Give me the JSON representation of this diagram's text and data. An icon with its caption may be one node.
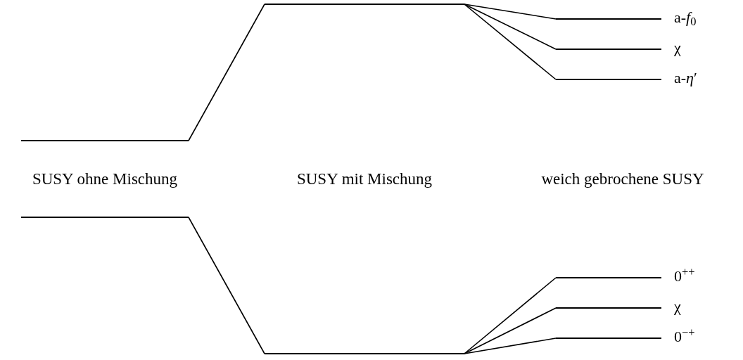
{
  "diagram": {
    "nodes": [
      {
        "text": [],
        "shape": "bar"
      },
      {
        "text": [],
        "shape": "bar"
      },
      {
        "text": [],
        "shape": "bar",
        "beside": [
          "a-*f*$_{0}$"
        ]
      },
      {
        "text": [],
        "shape": "bar",
        "beside": [
          "χ"
        ]
      },
      {
        "text": [],
        "shape": "bar",
        "beside": [
          "a-*η*′"
        ]
      },
      {
        "text": [],
        "shape": "bar"
      },
      {
        "text": [],
        "shape": "bar"
      },
      {
        "text": [],
        "shape": "bar",
        "beside": [
          "0$^{++}$"
        ]
      },
      {
        "text": [],
        "shape": "bar",
        "beside": [
          "χ"
        ]
      },
      {
        "text": [],
        "shape": "bar",
        "beside": [
          "0$^{−+}$"
        ]
      }
    ],
    "edges": [
      {
        "from": 0,
        "to": 1,
        "arrow": "none"
      },
      {
        "from": 1,
        "to": 2,
        "arrow": "none"
      },
      {
        "from": 1,
        "to": 3,
        "arrow": "none"
      },
      {
        "from": 1,
        "to": 4,
        "arrow": "none"
      },
      {
        "from": 5,
        "to": 6,
        "arrow": "none"
      },
      {
        "from": 6,
        "to": 7,
        "arrow": "none"
      },
      {
        "from": 6,
        "to": 8,
        "arrow": "none"
      },
      {
        "from": 6,
        "to": 9,
        "arrow": "none"
      }
    ],
    "labels": [
      "SUSY ohne Mischung",
      "SUSY mit Mischung",
      "weich gebrochene SUSY"
    ]
  }
}
